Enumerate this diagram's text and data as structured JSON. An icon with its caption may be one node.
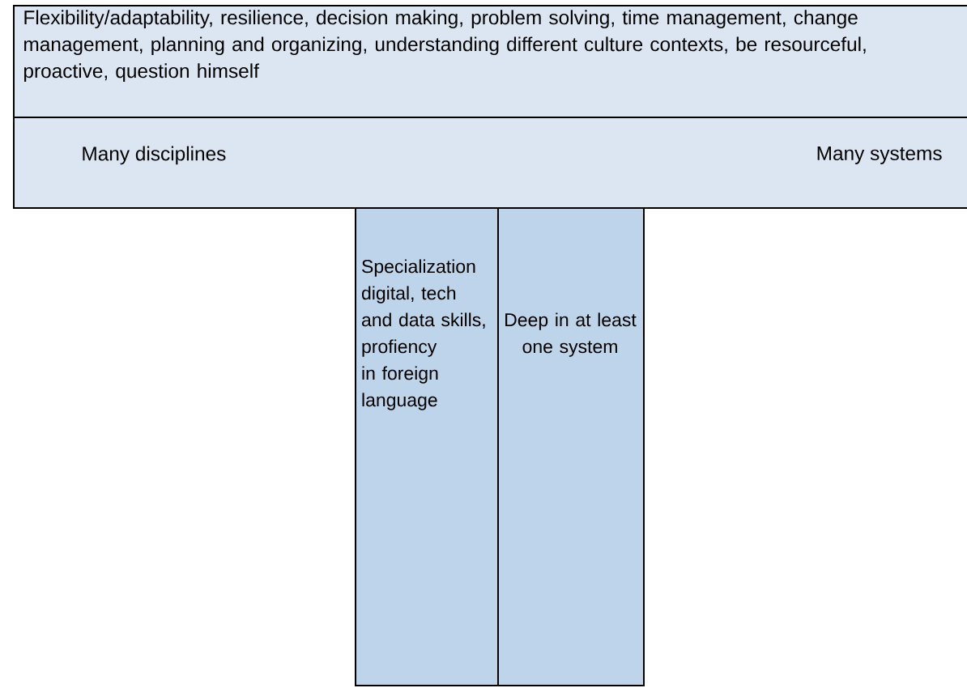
{
  "diagram": {
    "nodes": [
      {
        "text": [
          "Flexibility/adaptability, resilience, decision making, problem solving, time management, change management, planning and organizing, understanding different culture contexts, be resourceful, proactive, question himself"
        ]
      },
      {
        "text": [
          "Many disciplines",
          "Many systems"
        ]
      },
      {
        "text": [
          "Specialization digital, tech and data skills, profiency in foreign language"
        ]
      },
      {
        "text": [
          "Deep in at least one system"
        ]
      }
    ]
  }
}
